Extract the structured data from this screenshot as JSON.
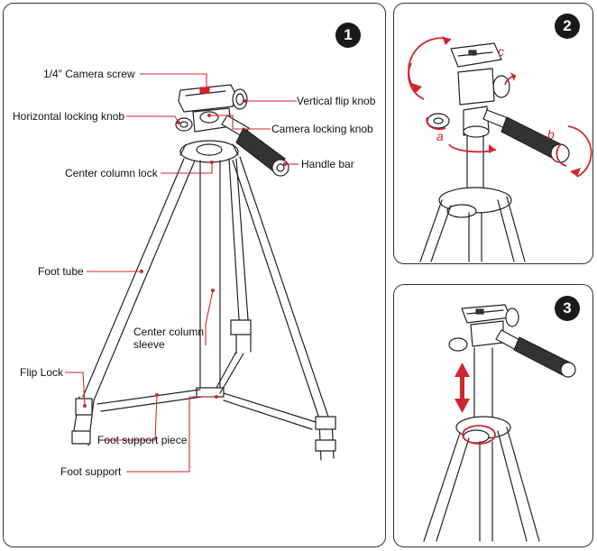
{
  "panels": [
    {
      "badge": "1"
    },
    {
      "badge": "2"
    },
    {
      "badge": "3"
    }
  ],
  "labels": {
    "camera_screw": "1/4″ Camera screw",
    "vertical_flip_knob": "Vertical flip knob",
    "horizontal_locking_knob": "Horizontal locking knob",
    "camera_locking_knob": "Camera locking knob",
    "center_column_lock": "Center column lock",
    "handle_bar": "Handle bar",
    "foot_tube": "Foot tube",
    "center_column_sleeve_line1": "Center column",
    "center_column_sleeve_line2": "sleeve",
    "flip_lock": "Flip Lock",
    "foot_support_piece": "Foot support piece",
    "foot_support": "Foot support"
  },
  "rotation_labels": {
    "a": "a",
    "b": "b",
    "c": "c"
  },
  "colors": {
    "accent": "#d0262d",
    "line": "#222222",
    "badge": "#1a1a1a"
  }
}
